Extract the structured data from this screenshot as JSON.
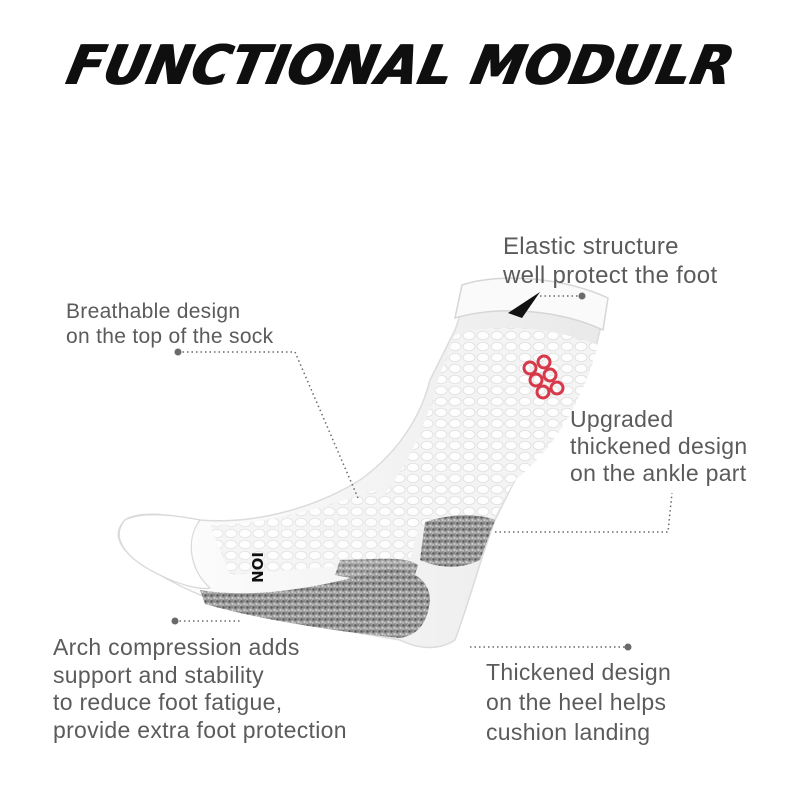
{
  "title": "FUNCTIONAL MODULR",
  "sock_brand_text": "ION",
  "callouts": {
    "elastic": [
      "Elastic structure",
      "well protect the foot"
    ],
    "breathable": [
      "Breathable design",
      "on the top of the sock"
    ],
    "ankle": [
      "Upgraded",
      "thickened design",
      "on the ankle part"
    ],
    "arch": [
      "Arch compression adds",
      "support and stability",
      "to reduce foot fatigue,",
      "provide extra foot protection"
    ],
    "heel": [
      "Thickened design",
      "on the heel helps",
      "cushion landing"
    ]
  },
  "colors": {
    "text": "#5b5b5b",
    "title": "#0f0f0f",
    "sock": "#ffffff",
    "cushion": "#8d8d8d",
    "accent": "#d8394a"
  }
}
